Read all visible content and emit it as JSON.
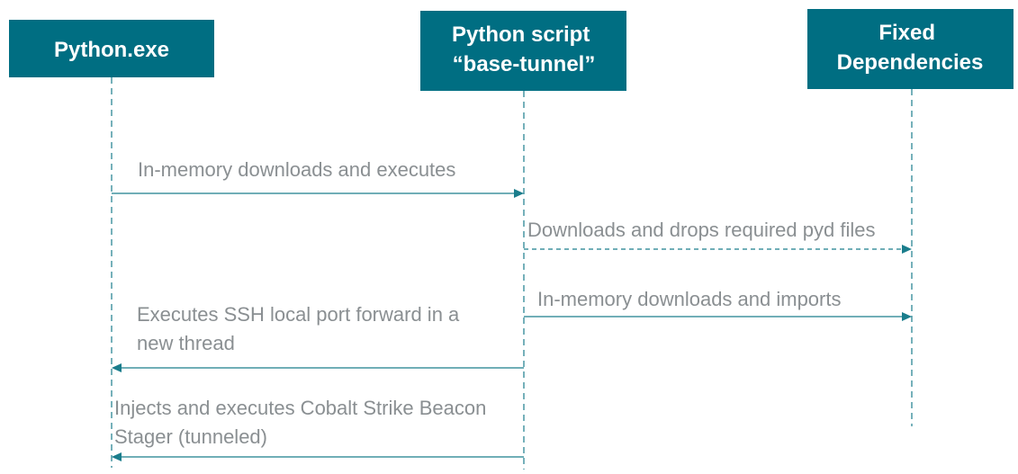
{
  "participants": [
    {
      "id": "python_exe",
      "label_lines": [
        "Python.exe"
      ]
    },
    {
      "id": "python_script",
      "label_lines": [
        "Python script",
        "“base-tunnel”"
      ]
    },
    {
      "id": "fixed_dependencies",
      "label_lines": [
        "Fixed",
        "Dependencies"
      ]
    }
  ],
  "messages": [
    {
      "from": "python_exe",
      "to": "python_script",
      "style": "solid",
      "label_lines": [
        "In-memory downloads and executes"
      ]
    },
    {
      "from": "python_script",
      "to": "fixed_dependencies",
      "style": "dashed",
      "label_lines": [
        "Downloads and drops required pyd files"
      ]
    },
    {
      "from": "python_script",
      "to": "fixed_dependencies",
      "style": "solid",
      "label_lines": [
        "In-memory downloads and imports"
      ]
    },
    {
      "from": "python_script",
      "to": "python_exe",
      "style": "solid",
      "label_lines": [
        "Executes SSH local port forward in a",
        "new thread"
      ]
    },
    {
      "from": "python_script",
      "to": "python_exe",
      "style": "solid",
      "label_lines": [
        "Injects and executes Cobalt Strike Beacon",
        "Stager (tunneled)"
      ]
    }
  ],
  "colors": {
    "box_fill": "#006e82",
    "box_text": "#ffffff",
    "line": "#1a7d8c",
    "label_text": "#8a8f92"
  }
}
